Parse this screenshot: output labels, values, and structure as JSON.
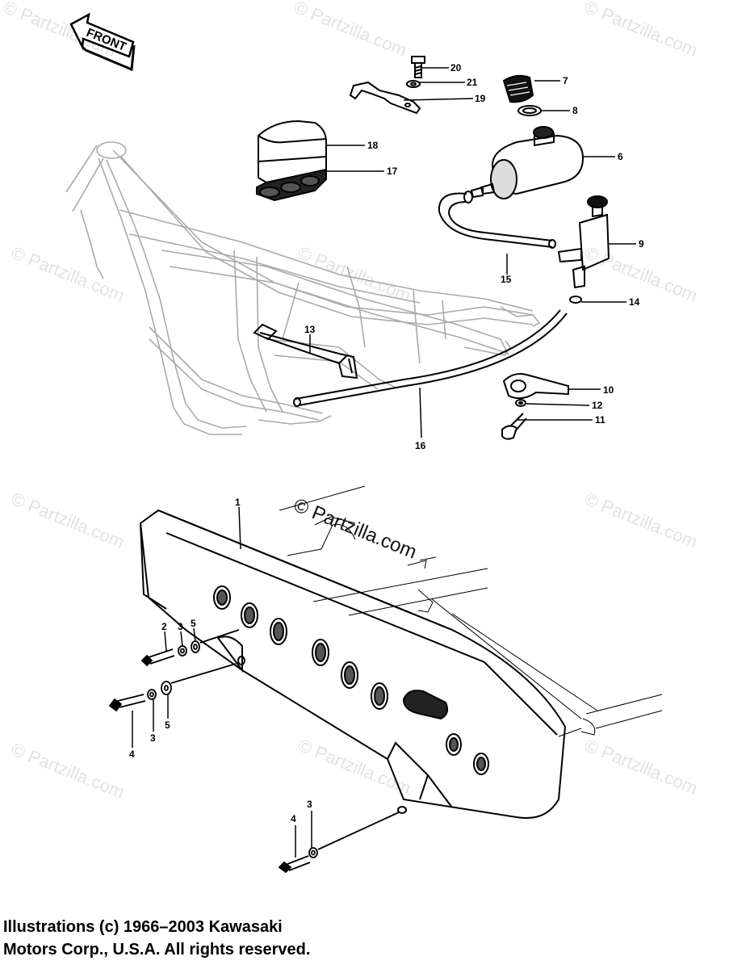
{
  "front_label": "FRONT",
  "watermark": "© Partzilla.com",
  "watermark_main": "© Partzilla.com",
  "copyright": {
    "line1": "Illustrations (c) 1966–2003 Kawasaki",
    "line2": "Motors Corp., U.S.A.  All rights reserved."
  },
  "callouts": {
    "c1": "1",
    "c2": "2",
    "c3a": "3",
    "c3b": "3",
    "c3c": "3",
    "c4a": "4",
    "c4b": "4",
    "c5a": "5",
    "c5b": "5",
    "c6": "6",
    "c7": "7",
    "c8": "8",
    "c9": "9",
    "c10": "10",
    "c11": "11",
    "c12": "12",
    "c13": "13",
    "c14": "14",
    "c15": "15",
    "c16": "16",
    "c17": "17",
    "c18": "18",
    "c19": "19",
    "c20": "20",
    "c21": "21"
  }
}
